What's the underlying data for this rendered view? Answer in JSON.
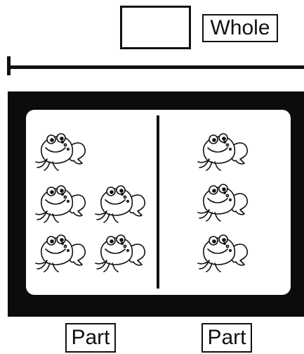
{
  "labels": {
    "whole": "Whole",
    "part_left": "Part",
    "part_right": "Part"
  },
  "answer_box": {
    "value": ""
  },
  "mat": {
    "left_part_count": 5,
    "right_part_count": 3,
    "frog_icon": "frog-icon"
  }
}
